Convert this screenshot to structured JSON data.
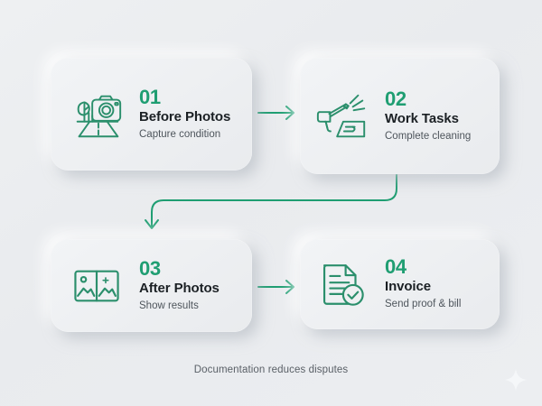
{
  "theme": {
    "background": "#eceef0",
    "card_background": "#f0f2f4",
    "accent": "#1f9e72",
    "accent_dark": "#12795a",
    "title_color": "#1b2024",
    "subtitle_color": "#4e555c",
    "footer_color": "#5a6067",
    "sparkle_color": "#f4f6f8"
  },
  "steps": [
    {
      "number": "01",
      "title": "Before Photos",
      "subtitle": "Capture condition",
      "icon": "camera-driveway-icon"
    },
    {
      "number": "02",
      "title": "Work Tasks",
      "subtitle": "Complete cleaning",
      "icon": "pressure-washer-icon"
    },
    {
      "number": "03",
      "title": "After Photos",
      "subtitle": "Show results",
      "icon": "photo-pair-icon"
    },
    {
      "number": "04",
      "title": "Invoice",
      "subtitle": "Send proof & bill",
      "icon": "invoice-check-icon"
    }
  ],
  "connectors": [
    {
      "name": "arrow-step1-to-step2",
      "direction": "right"
    },
    {
      "name": "arrow-step2-to-step3",
      "direction": "down-left-elbow"
    },
    {
      "name": "arrow-step3-to-step4",
      "direction": "right"
    }
  ],
  "footer": {
    "note": "Documentation reduces disputes",
    "decoration": "sparkle-icon"
  }
}
